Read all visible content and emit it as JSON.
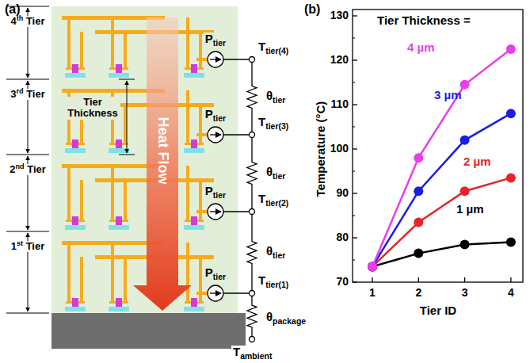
{
  "diagram": {
    "labels": [
      "(a)",
      "4th Tier",
      "3rd Tier",
      "2nd Tier",
      "1st Tier",
      "Tier Thickness",
      "Heat Flow",
      "Ptier",
      "Ttier(4)",
      "θtier",
      "Ptier",
      "Ttier(3)",
      "θtier",
      "Ptier",
      "Ttier(2)",
      "θtier",
      "Ptier",
      "Ttier(1)",
      "θpackage",
      "Tambient",
      "(b)",
      "130",
      "120",
      "110",
      "100",
      "90",
      "80",
      "70",
      "1",
      "2",
      "3",
      "4",
      "Temperature (°C)",
      "Tier ID",
      "Tier Thickness =",
      "4 µm",
      "3 µm",
      "2 µm",
      "1 µm"
    ]
  }
}
